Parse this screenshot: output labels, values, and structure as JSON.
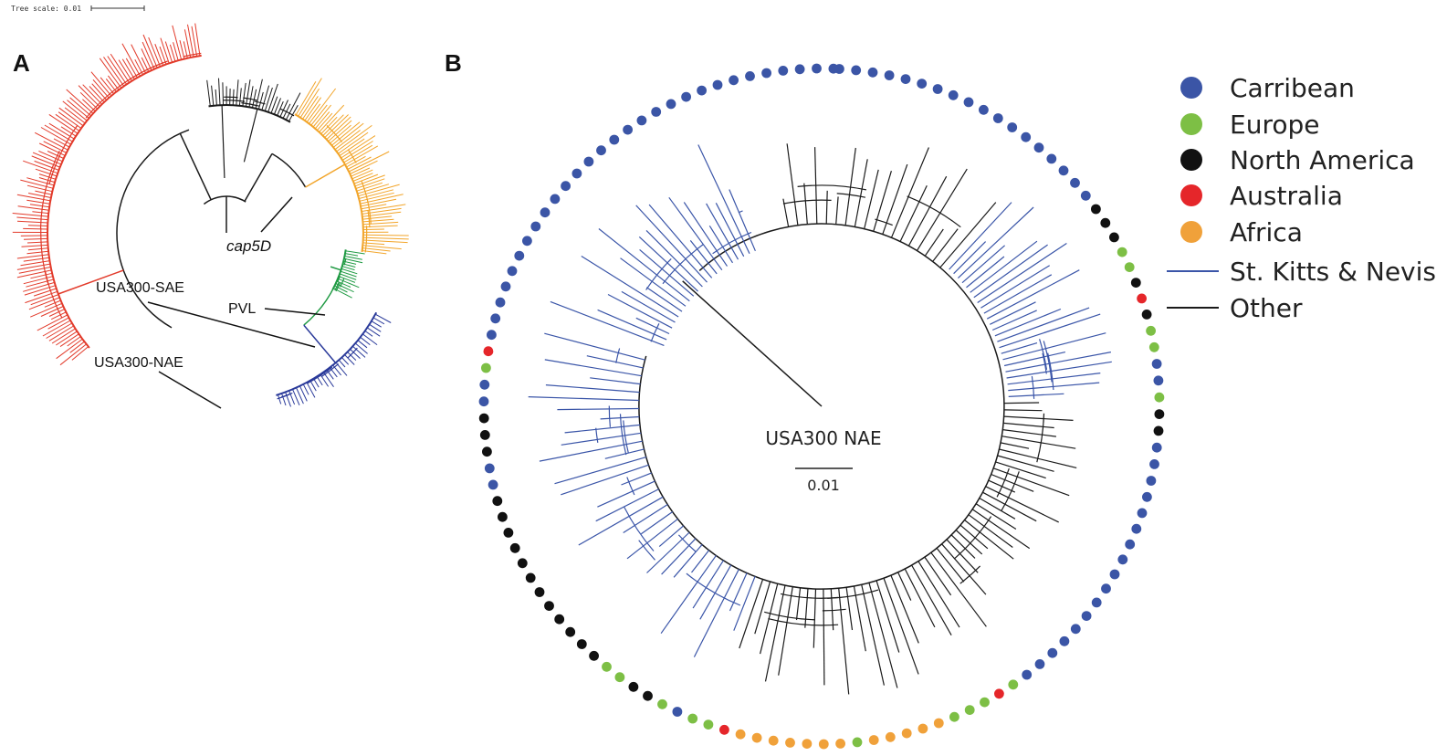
{
  "tree_scale_label": "Tree scale: 0.01",
  "panel_a": {
    "label": "A",
    "annotations": {
      "cap5d": "cap5D",
      "pvl": "PVL",
      "sae": "USA300-SAE",
      "nae": "USA300-NAE"
    },
    "colors": {
      "red": "#e23a2a",
      "orange": "#f2a52a",
      "green": "#1f9a43",
      "blue": "#2a3a9a",
      "black": "#1a1a1a"
    }
  },
  "panel_b": {
    "label": "B",
    "center_label": "USA300 NAE",
    "scale_label": "0.01",
    "colors": {
      "stkitts_branch": "#3a55a8",
      "other_branch": "#1a1a1a"
    },
    "ring_sequence": "CCCCCCCCCCCCCCCCCCNNNEENANEECCENNCCCCCCCCCCCCCCCCCEAEEEFFFFFEFFFFFFFAEECENNEENNNNNNNNNNNNCCNNNCCEACCCCCCCCCCCCCCCCCCCCCCCCCCCCC"
  },
  "legend": {
    "items": [
      {
        "label": "Carribean",
        "color": "#3b55a6"
      },
      {
        "label": "Europe",
        "color": "#7dbf45"
      },
      {
        "label": "North America",
        "color": "#111111"
      },
      {
        "label": "Australia",
        "color": "#e5262a"
      },
      {
        "label": "Africa",
        "color": "#f0a13a"
      }
    ],
    "lines": [
      {
        "label": "St. Kitts & Nevis",
        "color": "#3a55a8"
      },
      {
        "label": "Other",
        "color": "#1a1a1a"
      }
    ]
  }
}
